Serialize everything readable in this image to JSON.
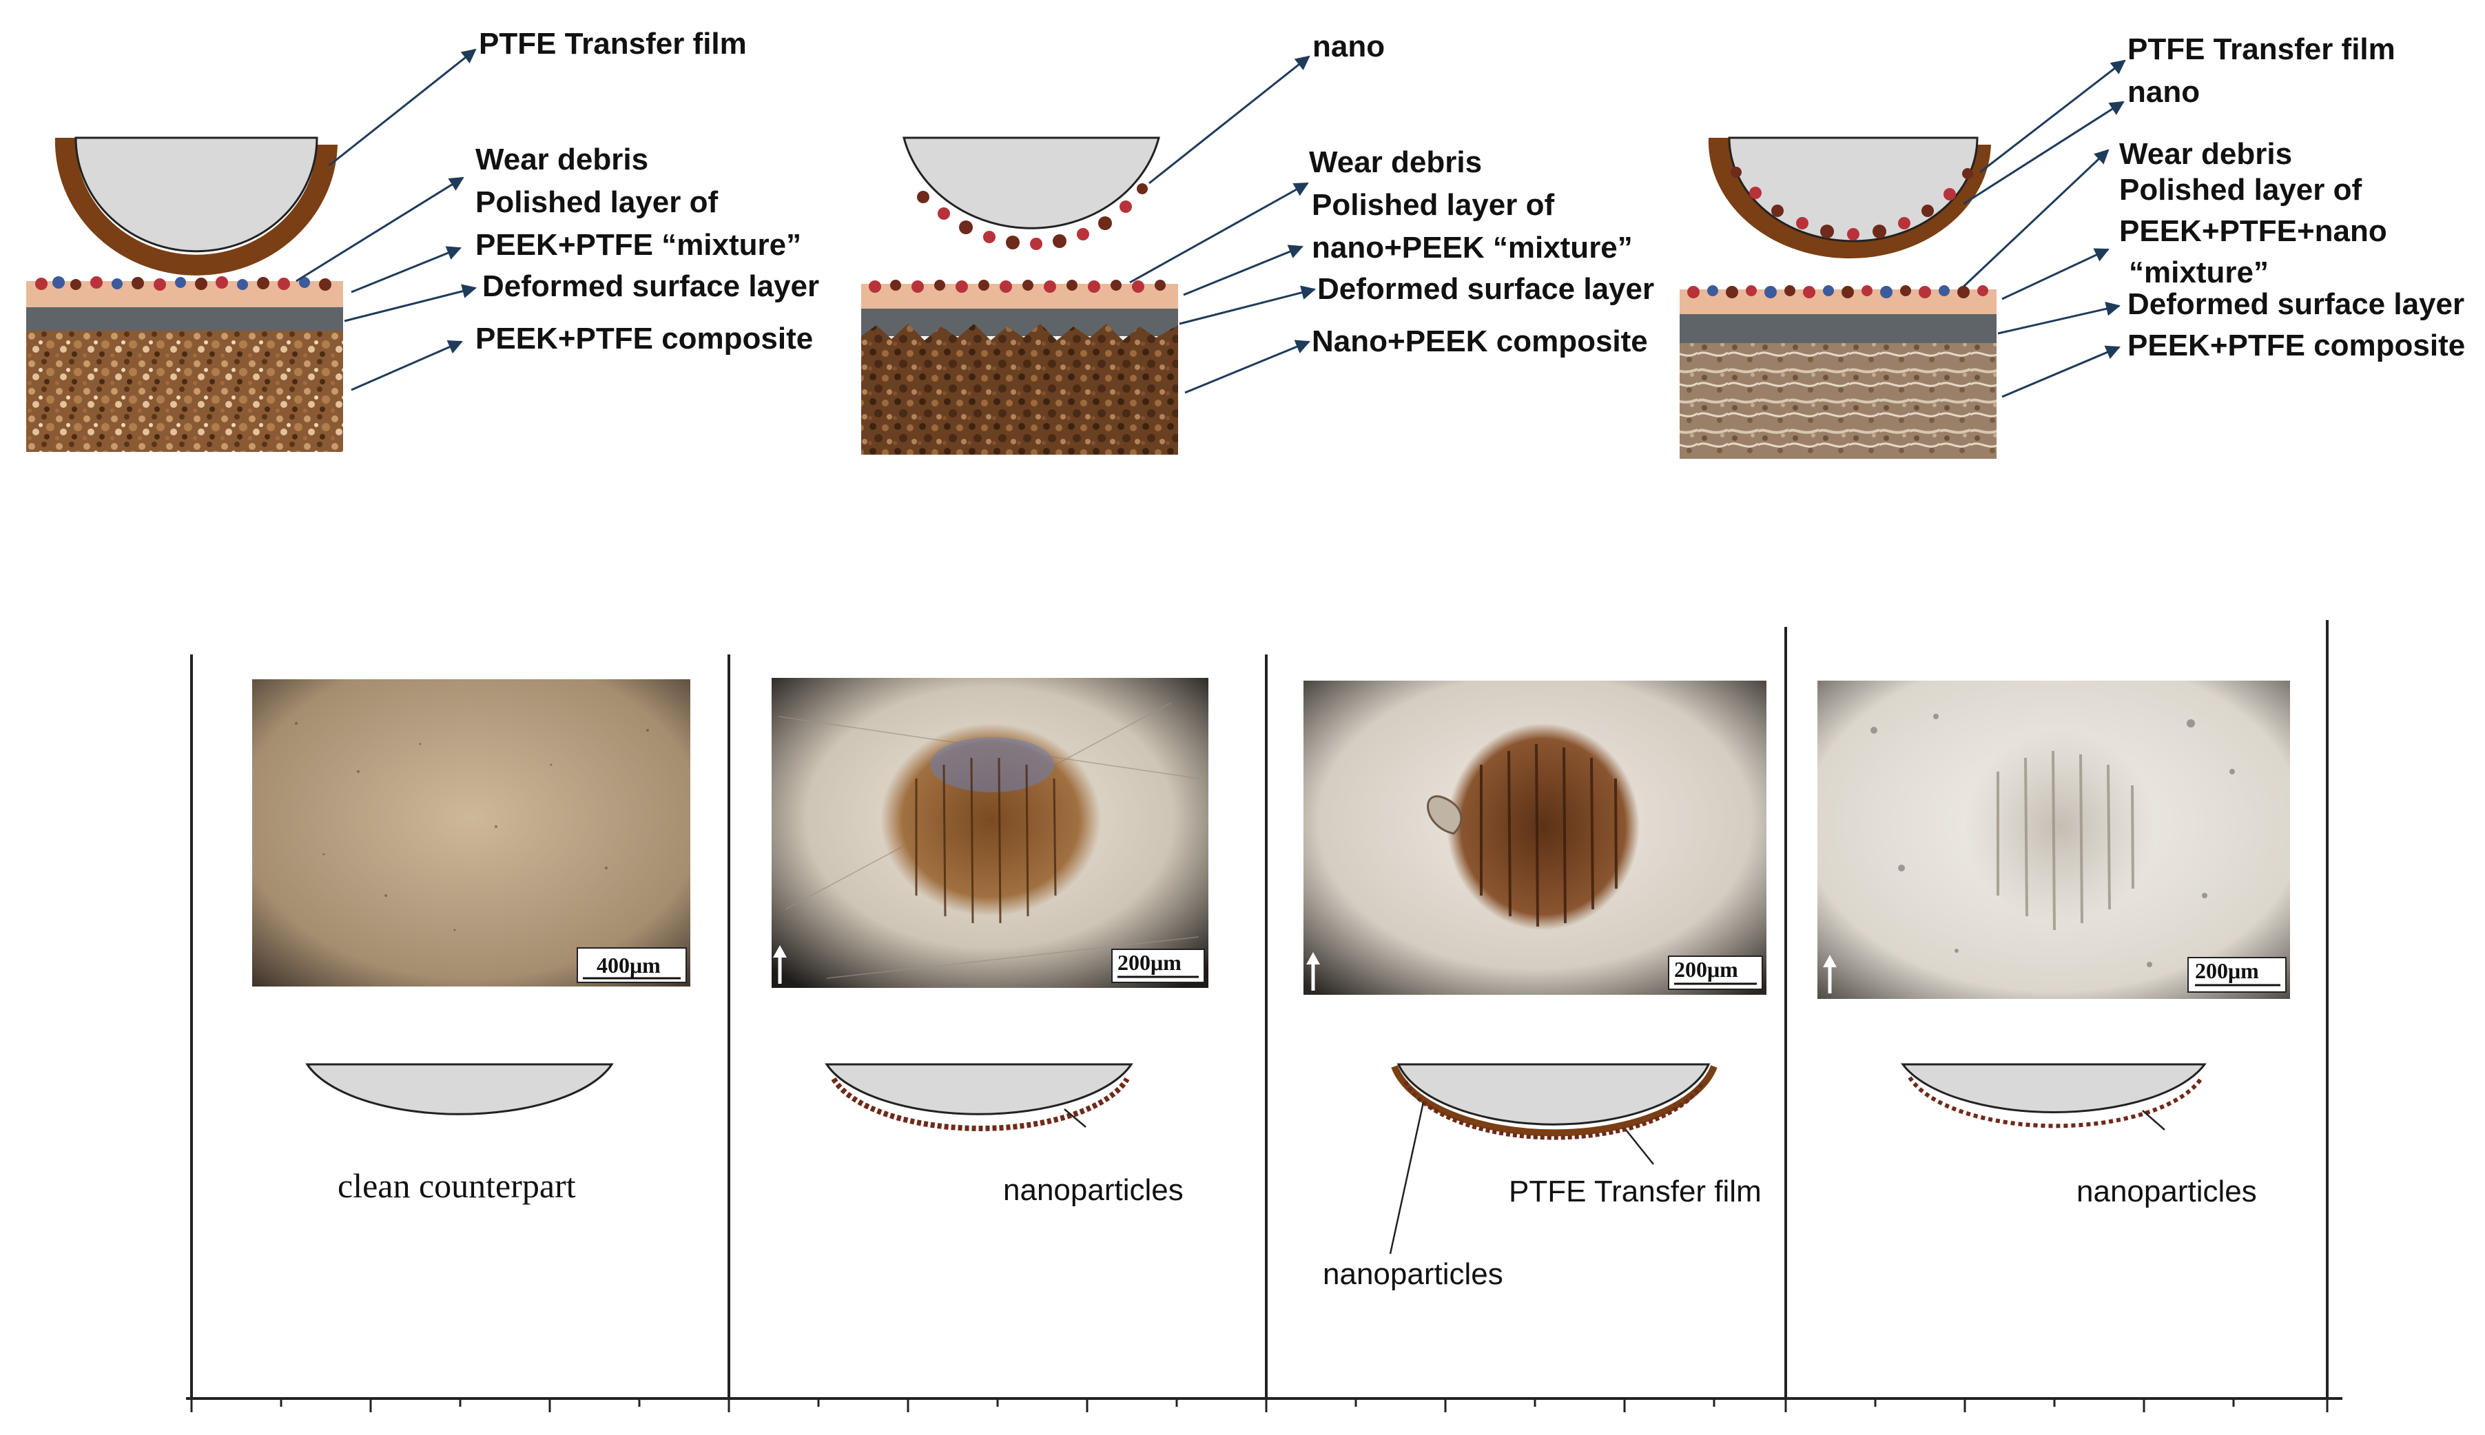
{
  "colors": {
    "counterpart_fill": "#d9d9d9",
    "transfer_film": "#7a3f14",
    "arrow": "#1f3b5a",
    "composite_brown": "#8a5a34",
    "nano_particle": "#6e2a1a",
    "red_particle": "#b8323a",
    "blue_particle": "#3d5a9c",
    "layer_gray": "#5f6468"
  },
  "top_panels": [
    {
      "id": "peek-ptfe",
      "labels": {
        "top": "PTFE Transfer film",
        "debris": "Wear debris",
        "polished_1": "Polished layer of",
        "polished_2": "PEEK+PTFE “mixture”",
        "deformed": "Deformed surface layer",
        "composite": "PEEK+PTFE composite"
      }
    },
    {
      "id": "nano-peek",
      "labels": {
        "top": "nano",
        "debris": "Wear debris",
        "polished_1": "Polished layer of",
        "polished_2": "nano+PEEK “mixture”",
        "deformed": "Deformed surface layer",
        "composite": "Nano+PEEK composite"
      }
    },
    {
      "id": "peek-ptfe-nano",
      "labels": {
        "top": "PTFE Transfer film",
        "top_2": "nano",
        "debris": "Wear debris",
        "polished_1": "Polished layer of",
        "polished_2": "PEEK+PTFE+nano",
        "polished_3": "“mixture”",
        "deformed": "Deformed surface layer",
        "composite": "PEEK+PTFE composite"
      }
    }
  ],
  "bottom_panels": [
    {
      "id": "p1",
      "scale_bar": "400μm",
      "has_north_arrow": false,
      "caption": "clean counterpart",
      "wear_scar": "none"
    },
    {
      "id": "p2",
      "scale_bar": "200μm",
      "has_north_arrow": true,
      "caption": "nanoparticles",
      "wear_scar": "brown-blue scratched circle"
    },
    {
      "id": "p3",
      "scale_bar": "200μm",
      "has_north_arrow": true,
      "caption": "PTFE Transfer film",
      "caption_2": "nanoparticles",
      "wear_scar": "dark brown scratched circle"
    },
    {
      "id": "p4",
      "scale_bar": "200μm",
      "has_north_arrow": true,
      "caption": "nanoparticles",
      "wear_scar": "faint gray scratched circle"
    }
  ]
}
